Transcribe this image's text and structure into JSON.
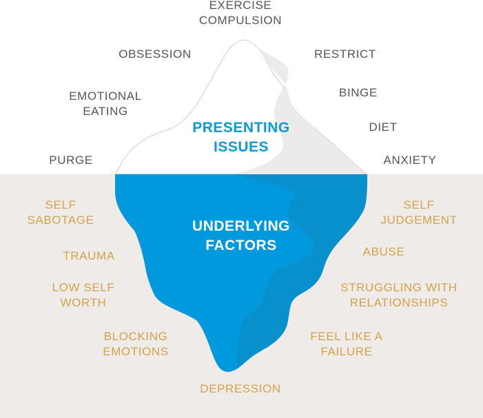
{
  "title_above": [
    "PRESENTING",
    "ISSUES"
  ],
  "title_below": [
    "UNDERLYING",
    "FACTORS"
  ],
  "presenting_issues": [
    "EXERCISE\nCOMPULSION",
    "OBSESSION",
    "RESTRICT",
    "EMOTIONAL\nEATING",
    "BINGE",
    "DIET",
    "PURGE",
    "ANXIETY"
  ],
  "underlying_factors": [
    "SELF\nSABOTAGE",
    "SELF\nJUDGEMENT",
    "TRAUMA",
    "ABUSE",
    "LOW SELF\nWORTH",
    "STRUGGLING WITH\nRELATIONSHIPS",
    "BLOCKING\nEMOTIONS",
    "FEEL LIKE A\nFAILURE",
    "DEPRESSION"
  ],
  "colors": {
    "water": "#efebe8",
    "ice_blue": "#0099dd",
    "ice_blue_dark": "#0790cc",
    "label_gray": "#555555",
    "label_gold": "#d4a24c"
  }
}
